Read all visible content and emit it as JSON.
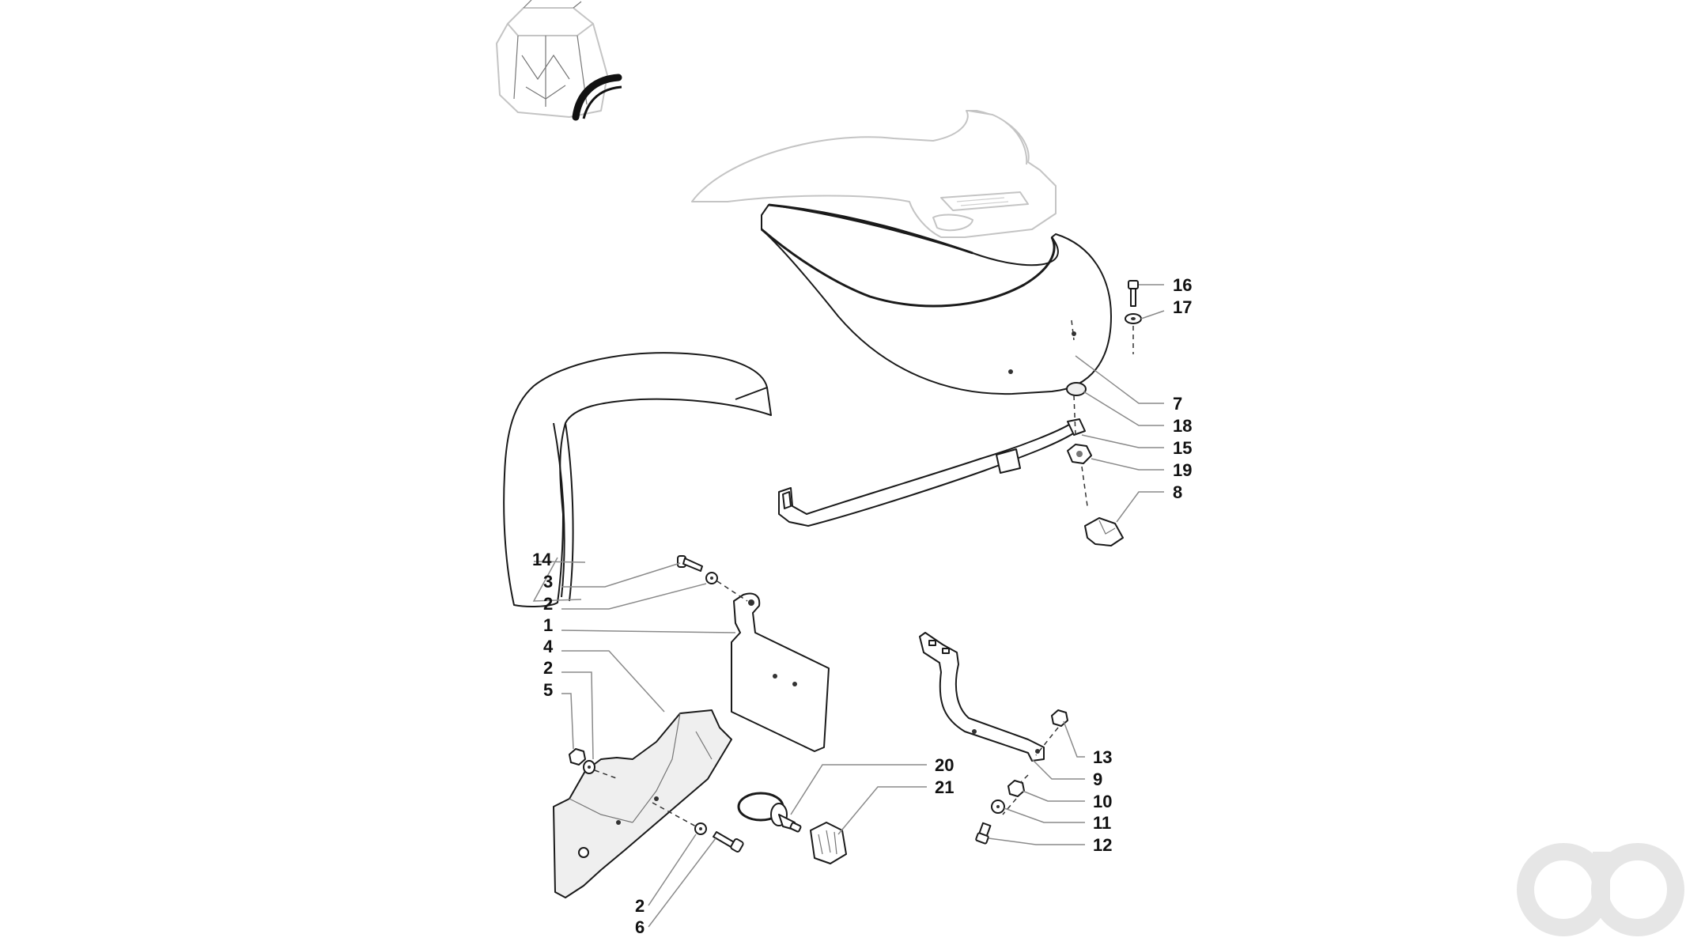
{
  "diagram": {
    "callouts": [
      {
        "label": "16"
      },
      {
        "label": "17"
      },
      {
        "label": "7"
      },
      {
        "label": "18"
      },
      {
        "label": "15"
      },
      {
        "label": "19"
      },
      {
        "label": "8"
      },
      {
        "label": "14"
      },
      {
        "label": "3"
      },
      {
        "label": "2"
      },
      {
        "label": "1"
      },
      {
        "label": "4"
      },
      {
        "label": "2"
      },
      {
        "label": "5"
      },
      {
        "label": "20"
      },
      {
        "label": "21"
      },
      {
        "label": "13"
      },
      {
        "label": "9"
      },
      {
        "label": "10"
      },
      {
        "label": "11"
      },
      {
        "label": "12"
      },
      {
        "label": "2"
      },
      {
        "label": "6"
      }
    ],
    "logo": {
      "name": "brand-logo",
      "color": "#e6e6e6"
    }
  }
}
